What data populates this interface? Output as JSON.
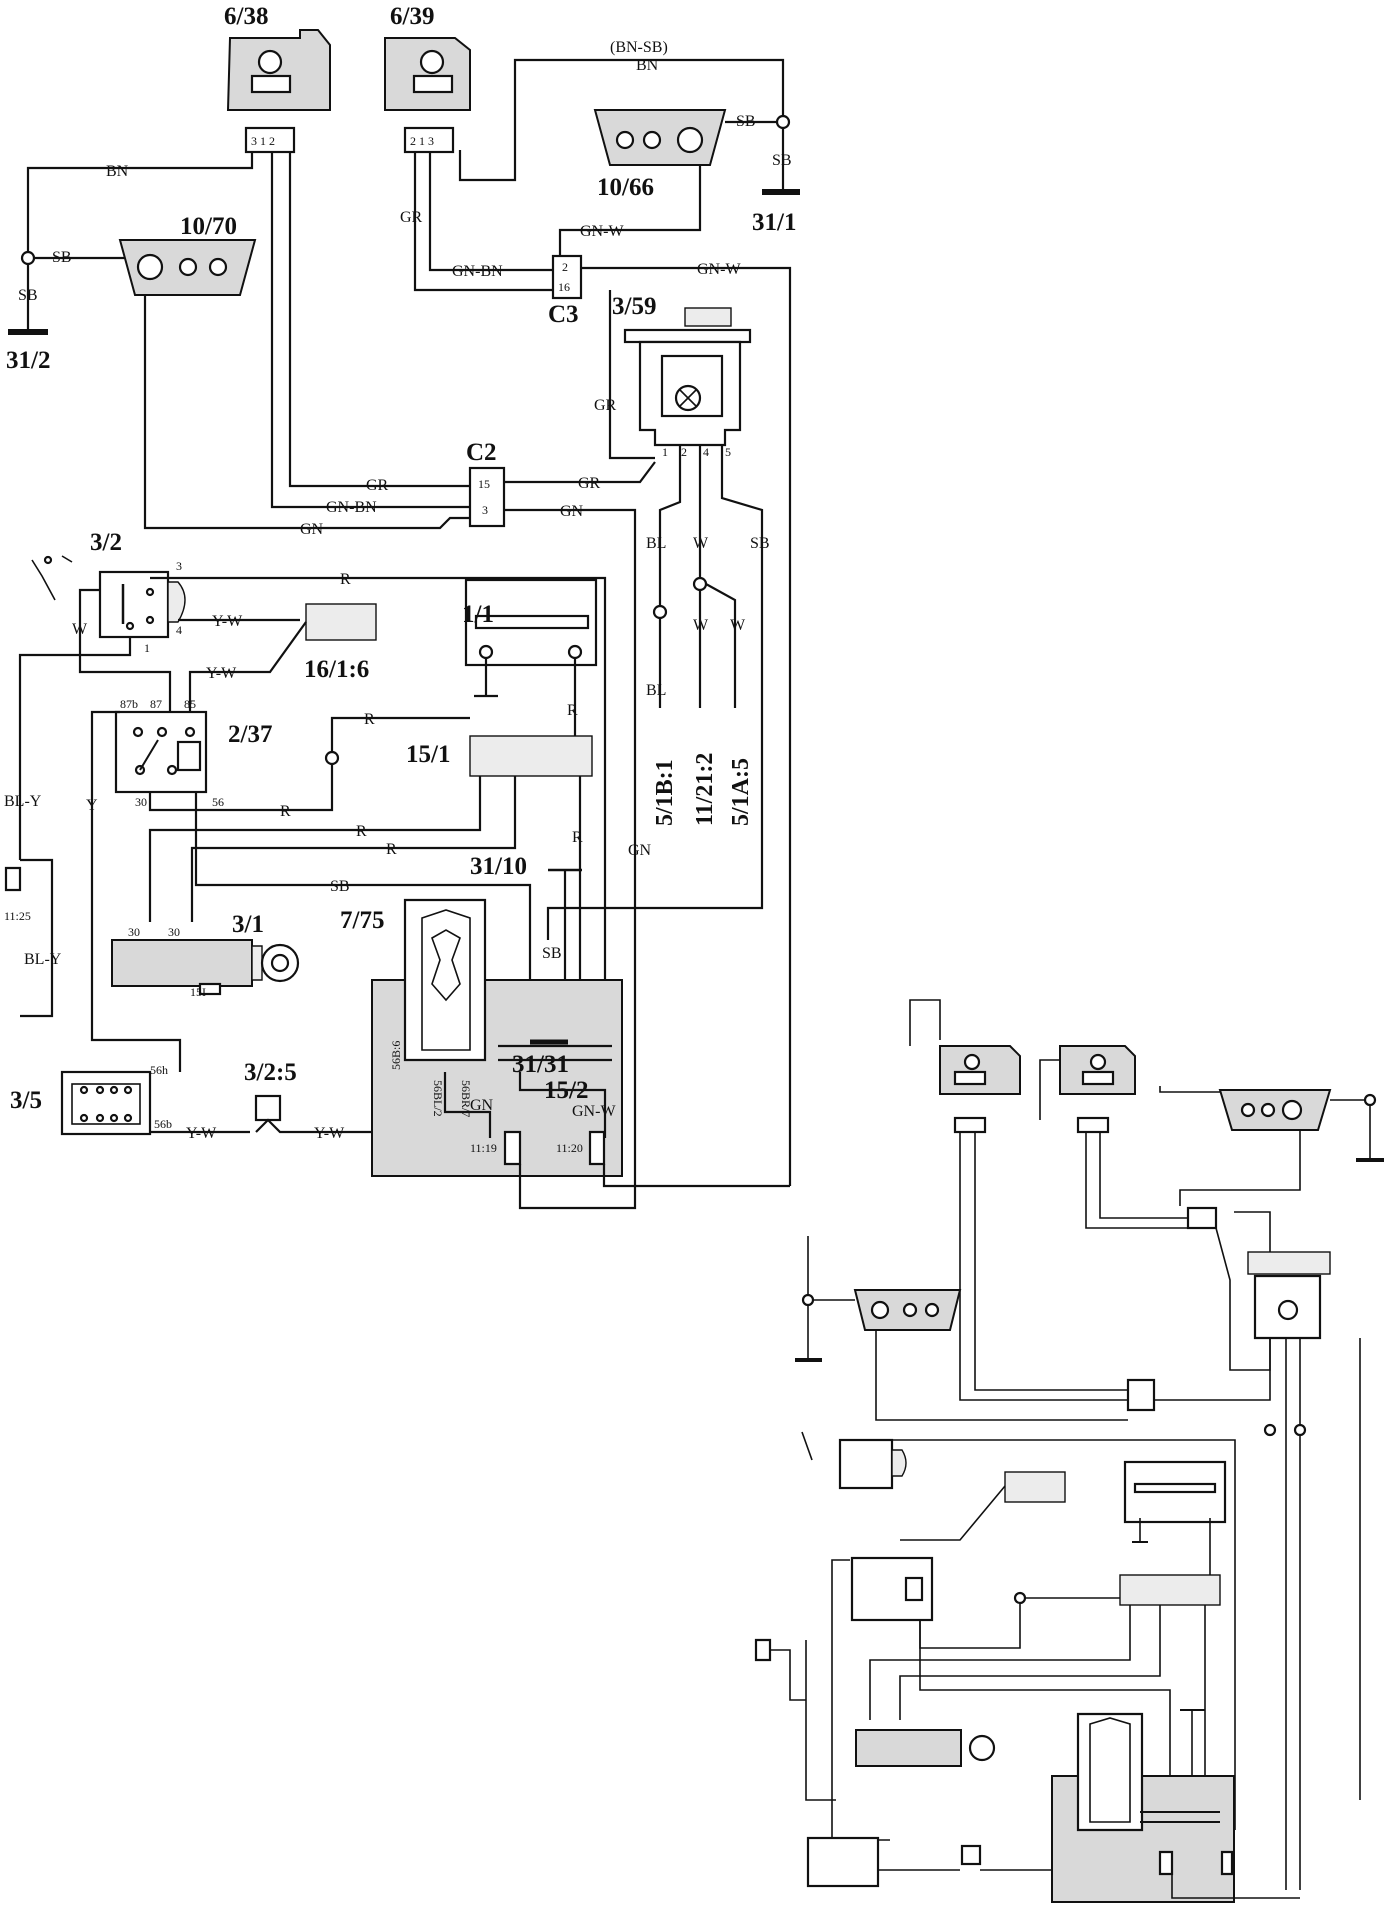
{
  "components": {
    "c638": "6/38",
    "c639": "6/39",
    "c1066": "10/66",
    "c311": "31/1",
    "c1070": "10/70",
    "c312": "31/2",
    "c359": "3/59",
    "c3": "C3",
    "c2": "C2",
    "c32": "3/2",
    "c1616": "16/1:6",
    "c11": "1/1",
    "c237": "2/37",
    "c151": "15/1",
    "c3110": "31/10",
    "c775": "7/75",
    "c31": "3/1",
    "c3131": "31/31",
    "c152": "15/2",
    "c35": "3/5",
    "c325": "3/2:5",
    "c51b": "5/1B:1",
    "c1121": "11/21:2",
    "c51a": "5/1A:5"
  },
  "wires": {
    "bnsb": "(BN-SB)",
    "bn": "BN",
    "sb": "SB",
    "gr": "GR",
    "grbn": "GN-BN",
    "gnw": "GN-W",
    "gn": "GN",
    "r": "R",
    "yw": "Y-W",
    "w": "W",
    "bl": "BL",
    "bly": "BL-Y",
    "y": "Y",
    "p56b6": "56B:6",
    "p56bl2": "56BL/2",
    "p56br7": "56BR/7",
    "p1119": "11:19",
    "p1120": "11:20",
    "p1125": "11:25",
    "p30": "30",
    "p151": "15I",
    "p56": "56",
    "p56h": "56h",
    "p56b": "56b",
    "p87": "87",
    "p87b": "87b",
    "p85": "85",
    "p312": "3 1 2",
    "p213": "2 1 3",
    "p15": "15",
    "p3": "3",
    "p2": "2",
    "p16": "16",
    "p1": "1",
    "p2b": "2",
    "p4": "4",
    "p5": "5",
    "p4b": "4",
    "p2c": "2"
  }
}
